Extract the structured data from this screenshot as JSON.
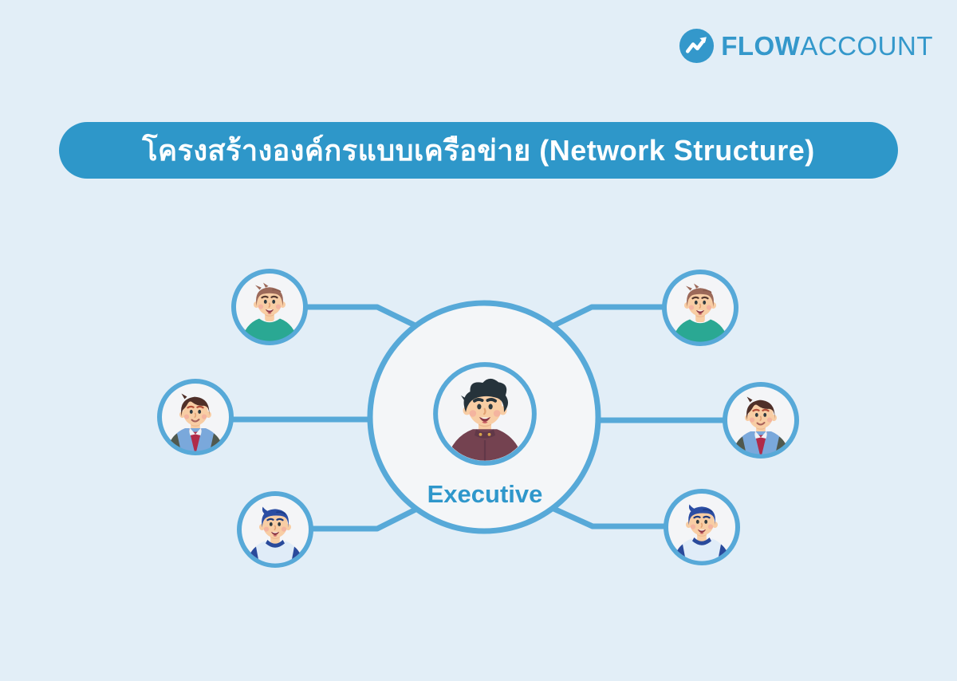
{
  "logo": {
    "icon": "trend-up-circle-icon",
    "brand_bold": "FLOW",
    "brand_light": "ACCOUNT"
  },
  "banner": {
    "title": "โครงสร้างองค์กรแบบเครือข่าย (Network Structure)"
  },
  "diagram": {
    "center": {
      "label": "Executive",
      "avatar": "executive-man-avatar"
    },
    "nodes": [
      {
        "id": "top-left",
        "avatar": "brown-hair-teal-shirt-man-avatar"
      },
      {
        "id": "middle-left",
        "avatar": "dark-hair-blue-jacket-man-avatar"
      },
      {
        "id": "bottom-left",
        "avatar": "blue-hair-white-shirt-man-avatar"
      },
      {
        "id": "top-right",
        "avatar": "brown-hair-teal-shirt-man-avatar"
      },
      {
        "id": "middle-right",
        "avatar": "dark-hair-blue-jacket-man-avatar"
      },
      {
        "id": "bottom-right",
        "avatar": "blue-hair-white-shirt-man-avatar"
      }
    ]
  },
  "colors": {
    "background": "#e2eef7",
    "accent_blue": "#57a9d8",
    "banner_blue": "#2e97c9",
    "logo_blue": "#3498cb",
    "label_blue": "#2f97cb",
    "circle_fill": "#f4f6f8",
    "node_fill": "#f4f5f7"
  }
}
